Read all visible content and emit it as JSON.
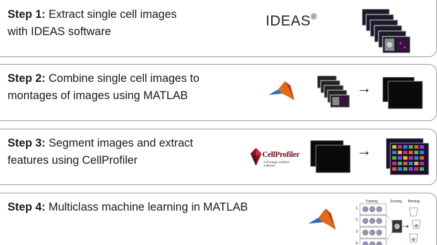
{
  "steps": [
    {
      "label": "Step 1:",
      "text_line1": " Extract single cell images",
      "text_line2": "with IDEAS software"
    },
    {
      "label": "Step 2:",
      "text_line1": " Combine single cell images to",
      "text_line2": "montages of images using MATLAB"
    },
    {
      "label": "Step 3:",
      "text_line1": " Segment images and extract",
      "text_line2": "features using CellProfiler"
    },
    {
      "label": "Step 4:",
      "text_line1": " Multiclass machine learning in MATLAB",
      "text_line2": ""
    }
  ],
  "ideas_logo": {
    "text": "IDEAS",
    "mark": "®"
  },
  "cellprofiler_logo": {
    "text": "CellProfiler",
    "subtext": "cell image analysis software"
  },
  "arrows": [
    "→",
    "→"
  ],
  "ml_figure": {
    "headers": [
      "Training",
      "Scoring",
      "Binning"
    ],
    "row_numbers": [
      "1",
      "2",
      "3",
      "4"
    ]
  }
}
